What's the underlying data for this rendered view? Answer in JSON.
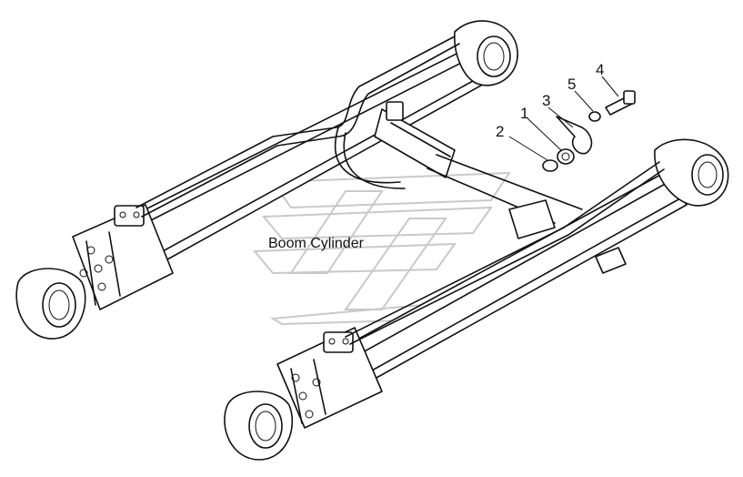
{
  "diagram": {
    "title": "Boom Cylinder",
    "callouts": [
      {
        "id": "1",
        "label": "1"
      },
      {
        "id": "2",
        "label": "2"
      },
      {
        "id": "3",
        "label": "3"
      },
      {
        "id": "4",
        "label": "4"
      },
      {
        "id": "5",
        "label": "5"
      }
    ],
    "colors": {
      "line": "#111111",
      "watermark": "#c9c9c9",
      "background": "#ffffff"
    }
  }
}
